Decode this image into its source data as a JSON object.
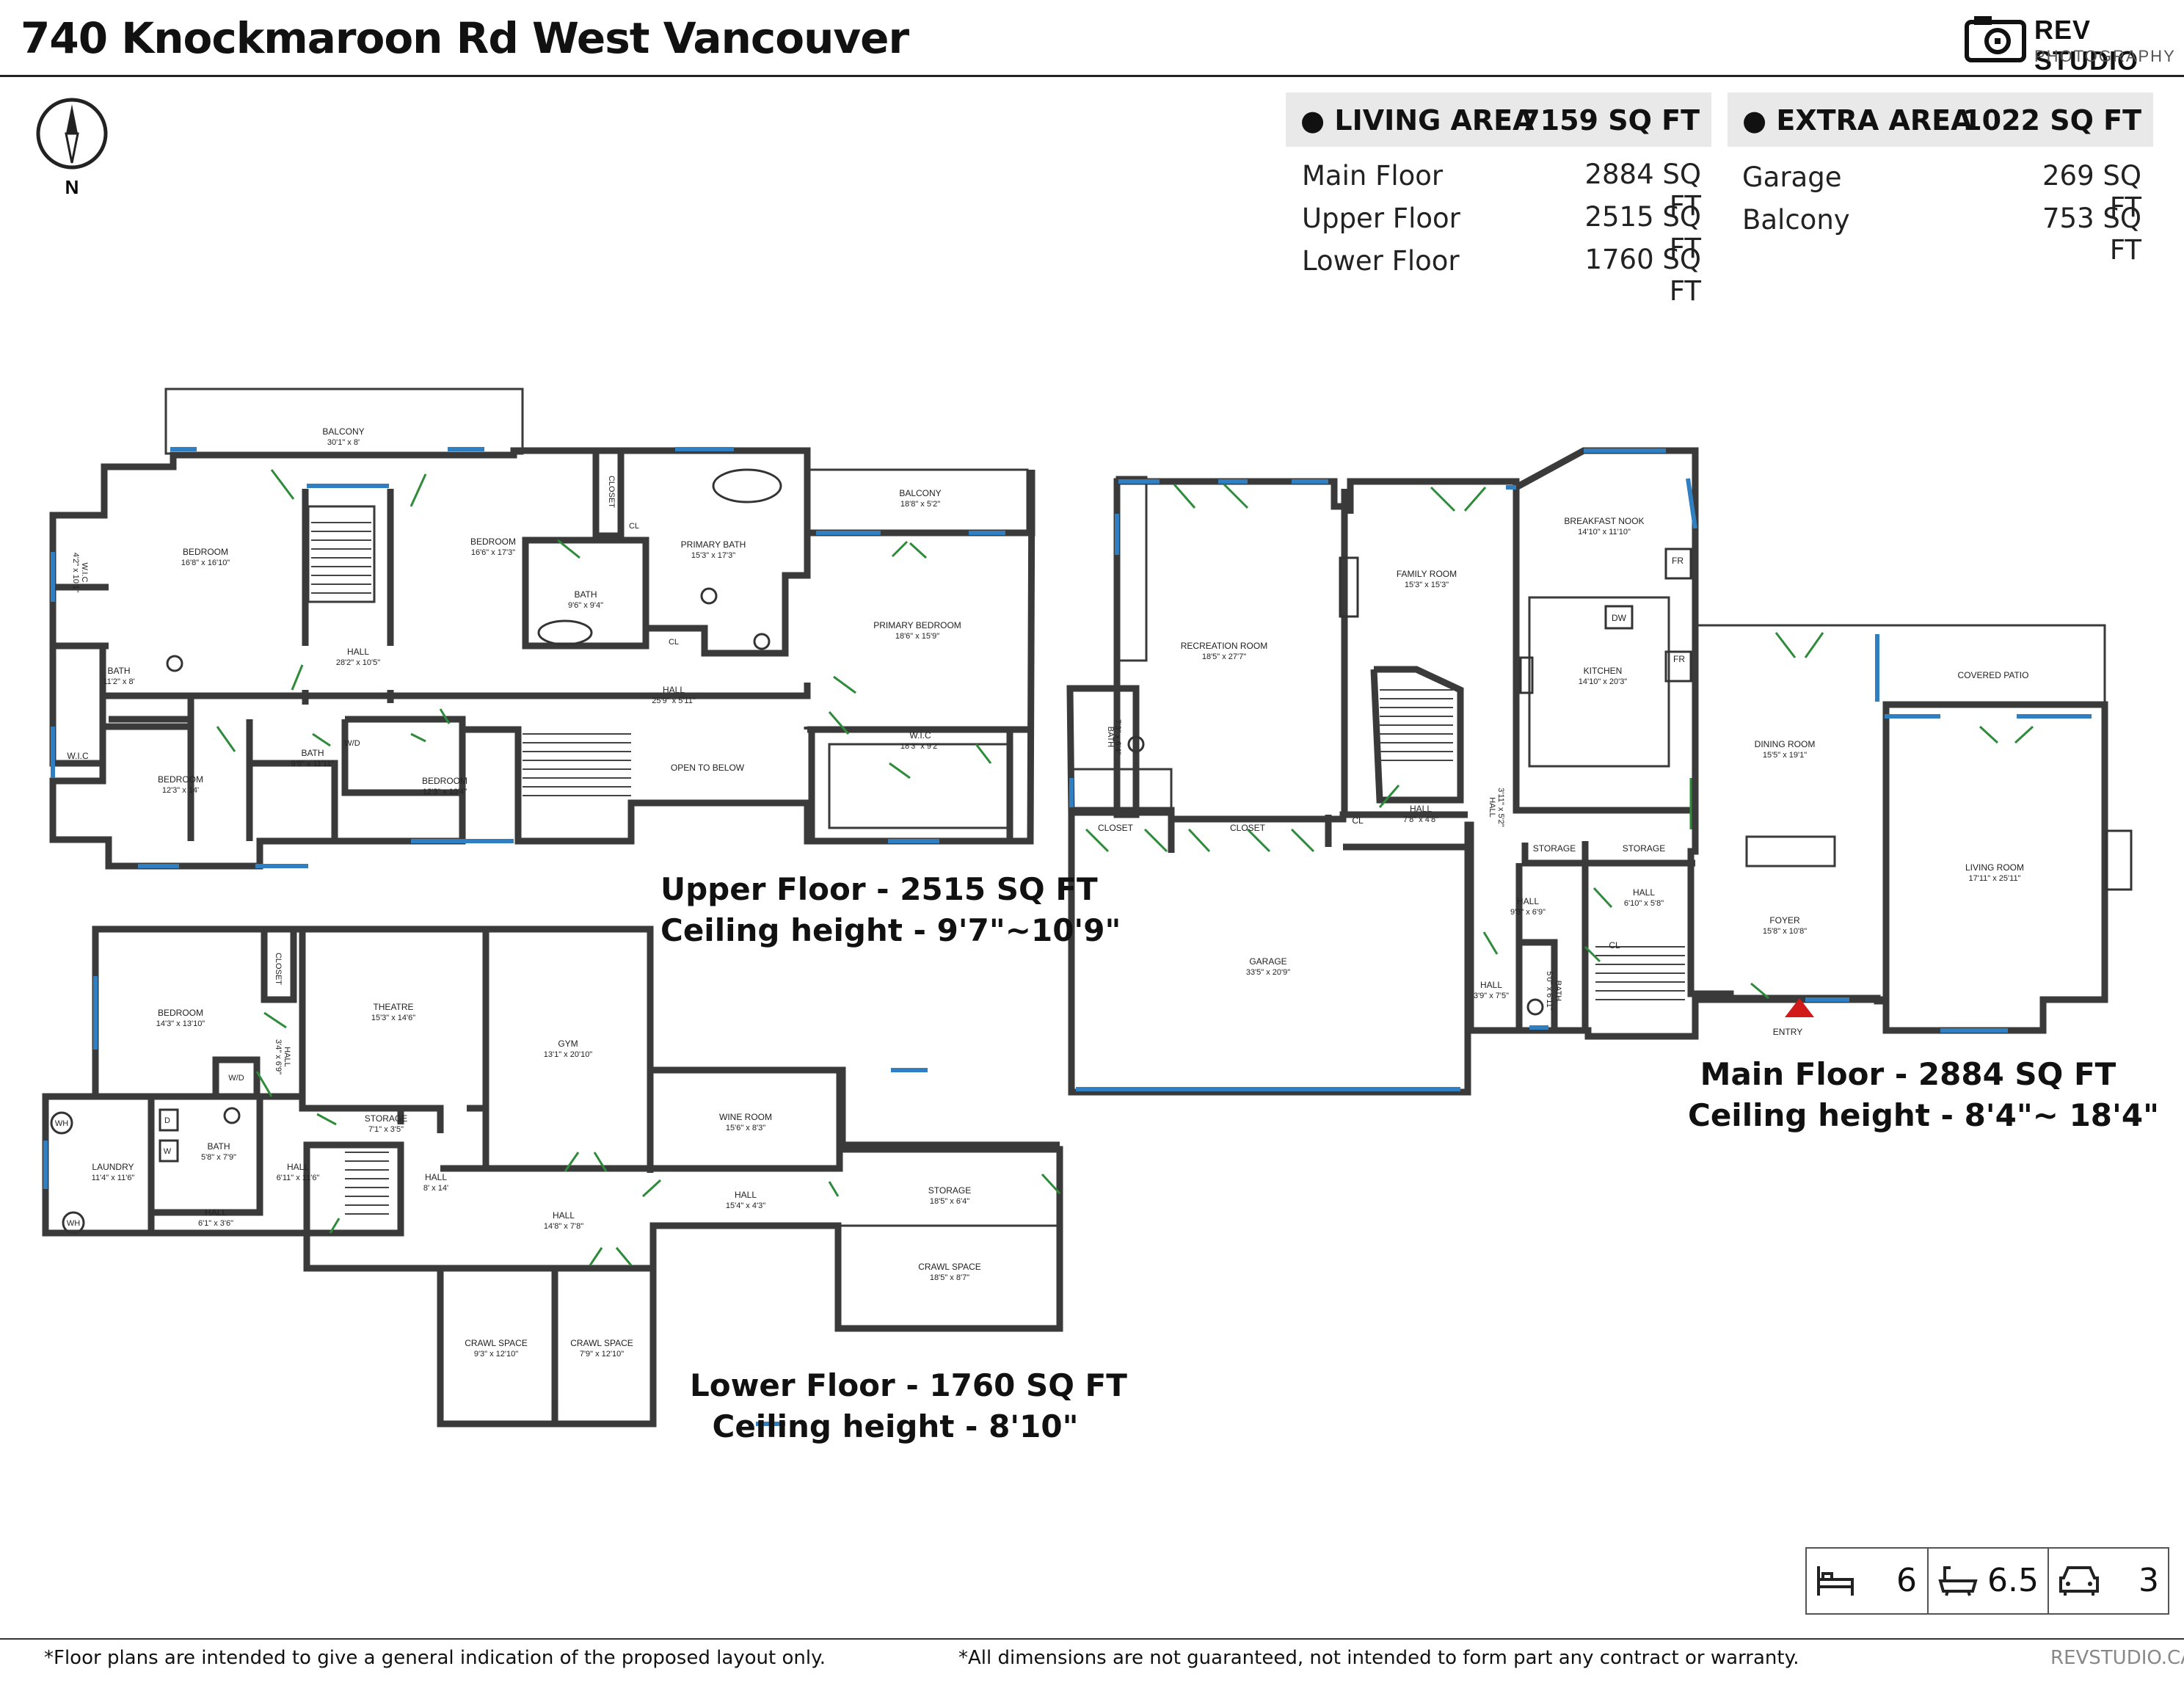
{
  "title": "740 Knockmaroon Rd West Vancouver",
  "logo": {
    "name": "REV STUDIO",
    "sub": "PHOTOGRAPHY"
  },
  "compass": {
    "label": "N"
  },
  "living_area": {
    "label": "LIVING AREA",
    "total": "7159 SQ FT",
    "rows": [
      {
        "name": "Main Floor",
        "value": "2884 SQ FT"
      },
      {
        "name": "Upper Floor",
        "value": "2515 SQ FT"
      },
      {
        "name": "Lower Floor",
        "value": "1760 SQ FT"
      }
    ]
  },
  "extra_area": {
    "label": "EXTRA AREA",
    "total": "1022 SQ FT",
    "rows": [
      {
        "name": "Garage",
        "value": "269 SQ FT"
      },
      {
        "name": "Balcony",
        "value": "753 SQ FT"
      }
    ]
  },
  "floors": {
    "upper": {
      "caption": "Upper Floor - 2515 SQ FT",
      "ceiling": "Ceiling height - 9'7\"~10'9\""
    },
    "main": {
      "caption": "Main Floor - 2884 SQ FT",
      "ceiling": "Ceiling height - 8'4\"~ 18'4\""
    },
    "lower": {
      "caption": "Lower Floor - 1760 SQ FT",
      "ceiling": "Ceiling height - 8'10\""
    }
  },
  "rooms": {
    "upper": [
      {
        "name": "BALCONY",
        "dim": "30'1\" x 8'"
      },
      {
        "name": "BEDROOM",
        "dim": "16'8\" x 16'10\""
      },
      {
        "name": "BEDROOM",
        "dim": "16'6\" x 17'3\""
      },
      {
        "name": "CLOSET",
        "dim": ""
      },
      {
        "name": "PRIMARY BATH",
        "dim": "15'3\" x 17'3\""
      },
      {
        "name": "BALCONY",
        "dim": "18'8\" x 5'2\""
      },
      {
        "name": "PRIMARY BEDROOM",
        "dim": "18'6\" x 15'9\""
      },
      {
        "name": "BATH",
        "dim": "9'6\" x 9'4\""
      },
      {
        "name": "CL",
        "dim": ""
      },
      {
        "name": "CL",
        "dim": ""
      },
      {
        "name": "W.I.C",
        "dim": "4'2\" x 10'1\""
      },
      {
        "name": "HALL",
        "dim": "28'2\" x 10'5\""
      },
      {
        "name": "HALL",
        "dim": "25'9\" x 5'11\""
      },
      {
        "name": "BATH",
        "dim": "11'2\" x 8'"
      },
      {
        "name": "W.I.C",
        "dim": ""
      },
      {
        "name": "BEDROOM",
        "dim": "12'3\" x 14'"
      },
      {
        "name": "BATH",
        "dim": "9'5\" x 11'11\""
      },
      {
        "name": "W/D",
        "dim": ""
      },
      {
        "name": "BEDROOM",
        "dim": "12'3\" x 10'4\""
      },
      {
        "name": "OPEN TO BELOW",
        "dim": ""
      },
      {
        "name": "W.I.C",
        "dim": "18'3\" x 9'2\""
      }
    ],
    "main": [
      {
        "name": "BREAKFAST NOOK",
        "dim": "14'10\" x 11'10\""
      },
      {
        "name": "FAMILY ROOM",
        "dim": "15'3\" x 15'3\""
      },
      {
        "name": "RECREATION ROOM",
        "dim": "18'5\" x 27'7\""
      },
      {
        "name": "FR",
        "dim": ""
      },
      {
        "name": "DW",
        "dim": ""
      },
      {
        "name": "KITCHEN",
        "dim": "14'10\" x 20'3\""
      },
      {
        "name": "FR",
        "dim": ""
      },
      {
        "name": "COVERED PATIO",
        "dim": ""
      },
      {
        "name": "BATH",
        "dim": "7'3\" x 6'4\""
      },
      {
        "name": "DINING ROOM",
        "dim": "15'5\" x 19'1\""
      },
      {
        "name": "HALL",
        "dim": "7'8\" x 4'8\""
      },
      {
        "name": "HALL",
        "dim": "3'11\" x 5'2\""
      },
      {
        "name": "CLOSET",
        "dim": ""
      },
      {
        "name": "CLOSET",
        "dim": ""
      },
      {
        "name": "CL",
        "dim": ""
      },
      {
        "name": "STORAGE",
        "dim": ""
      },
      {
        "name": "STORAGE",
        "dim": ""
      },
      {
        "name": "LIVING ROOM",
        "dim": "17'11\" x 25'11\""
      },
      {
        "name": "HALL",
        "dim": "9'8\" x 6'9\""
      },
      {
        "name": "HALL",
        "dim": "6'10\" x 5'8\""
      },
      {
        "name": "FOYER",
        "dim": "15'8\" x 10'8\""
      },
      {
        "name": "CL",
        "dim": ""
      },
      {
        "name": "GARAGE",
        "dim": "33'5\" x 20'9\""
      },
      {
        "name": "BATH",
        "dim": "5'0\" x 6'11\""
      },
      {
        "name": "HALL",
        "dim": "3'9\" x 7'5\""
      },
      {
        "name": "ENTRY",
        "dim": ""
      }
    ],
    "lower": [
      {
        "name": "BEDROOM",
        "dim": "14'3\" x 13'10\""
      },
      {
        "name": "CLOSET",
        "dim": ""
      },
      {
        "name": "THEATRE",
        "dim": "15'3\" x 14'6\""
      },
      {
        "name": "GYM",
        "dim": "13'1\" x 20'10\""
      },
      {
        "name": "HALL",
        "dim": "3'4\" x 6'9\""
      },
      {
        "name": "W/D",
        "dim": ""
      },
      {
        "name": "WH",
        "dim": ""
      },
      {
        "name": "D",
        "dim": ""
      },
      {
        "name": "W",
        "dim": ""
      },
      {
        "name": "BATH",
        "dim": "5'8\" x 7'9\""
      },
      {
        "name": "STORAGE",
        "dim": "7'1\" x 3'5\""
      },
      {
        "name": "WINE ROOM",
        "dim": "15'6\" x 8'3\""
      },
      {
        "name": "LAUNDRY",
        "dim": "11'4\" x 11'6\""
      },
      {
        "name": "HALL",
        "dim": "6'11\" x 11'6\""
      },
      {
        "name": "HALL",
        "dim": "8' x 14'"
      },
      {
        "name": "HALL",
        "dim": "15'4\" x 4'3\""
      },
      {
        "name": "STORAGE",
        "dim": "18'5\" x 6'4\""
      },
      {
        "name": "HALL",
        "dim": "6'1\" x 3'6\""
      },
      {
        "name": "HALL",
        "dim": "14'8\" x 7'8\""
      },
      {
        "name": "WH",
        "dim": ""
      },
      {
        "name": "CRAWL SPACE",
        "dim": "18'5\" x 8'7\""
      },
      {
        "name": "CRAWL SPACE",
        "dim": "9'3\" x 12'10\""
      },
      {
        "name": "CRAWL SPACE",
        "dim": "7'9\" x 12'10\""
      }
    ]
  },
  "stats": {
    "beds": "6",
    "baths": "6.5",
    "garage": "3"
  },
  "footer": {
    "left": "*Floor plans are intended to give a general indication of the proposed layout only.",
    "center": "*All dimensions are not guaranteed, not intended to form part any contract or warranty.",
    "right": "REVSTUDIO.CA"
  },
  "colors": {
    "wall": "#3a3a3a",
    "window": "#2f7fc1",
    "door": "#2e8b3a",
    "entry": "#d11a1a",
    "band": "#e9e9e9"
  }
}
